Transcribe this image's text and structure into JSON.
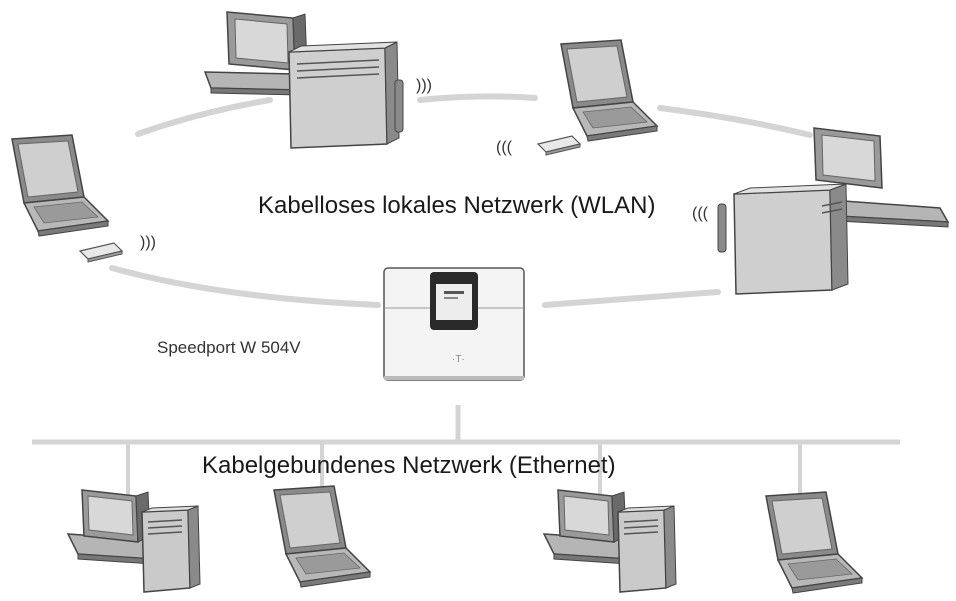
{
  "diagram": {
    "wlan_label": "Kabelloses lokales Netzwerk (WLAN)",
    "ethernet_label": "Kabelgebundenes Netzwerk (Ethernet)",
    "router_label": "Speedport W 504V",
    "wireless_signal_left": ")))",
    "wireless_signal_right": "((("
  },
  "nodes": {
    "wireless": [
      "desktop-pc-top",
      "laptop-top-right",
      "desktop-pc-right",
      "laptop-left"
    ],
    "wired": [
      "desktop-pc-1",
      "laptop-1",
      "desktop-pc-2",
      "laptop-2"
    ],
    "router": "speedport-router-icon"
  },
  "colors": {
    "line": "#d4d4d4",
    "device": "#b5b5b5",
    "device_dark": "#555555",
    "device_light": "#e2e2e2"
  }
}
